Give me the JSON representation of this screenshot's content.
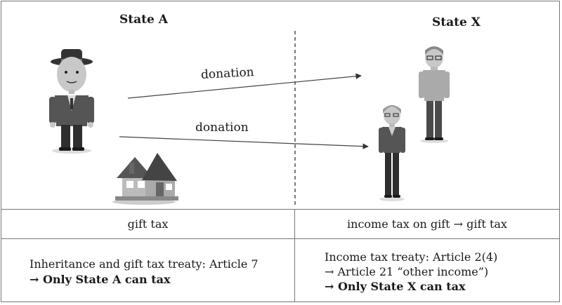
{
  "states": {
    "left": "State A",
    "right": "State X"
  },
  "arrows": {
    "upper_label": "donation",
    "lower_label": "donation"
  },
  "tax_row": {
    "left": "gift tax",
    "right": "income tax on gift → gift tax"
  },
  "treaty_left": {
    "line1": "Inheritance and gift tax treaty: Article 7",
    "line2": "→ Only State A can tax"
  },
  "treaty_right": {
    "line1": "Income tax treaty: Article 2(4)",
    "line2": "→ Article 21 “other income”)",
    "line3": "→ Only State X can tax"
  },
  "icons": [
    "donor-man-icon",
    "house-icon",
    "recipient-man-icon",
    "recipient-woman-icon"
  ]
}
